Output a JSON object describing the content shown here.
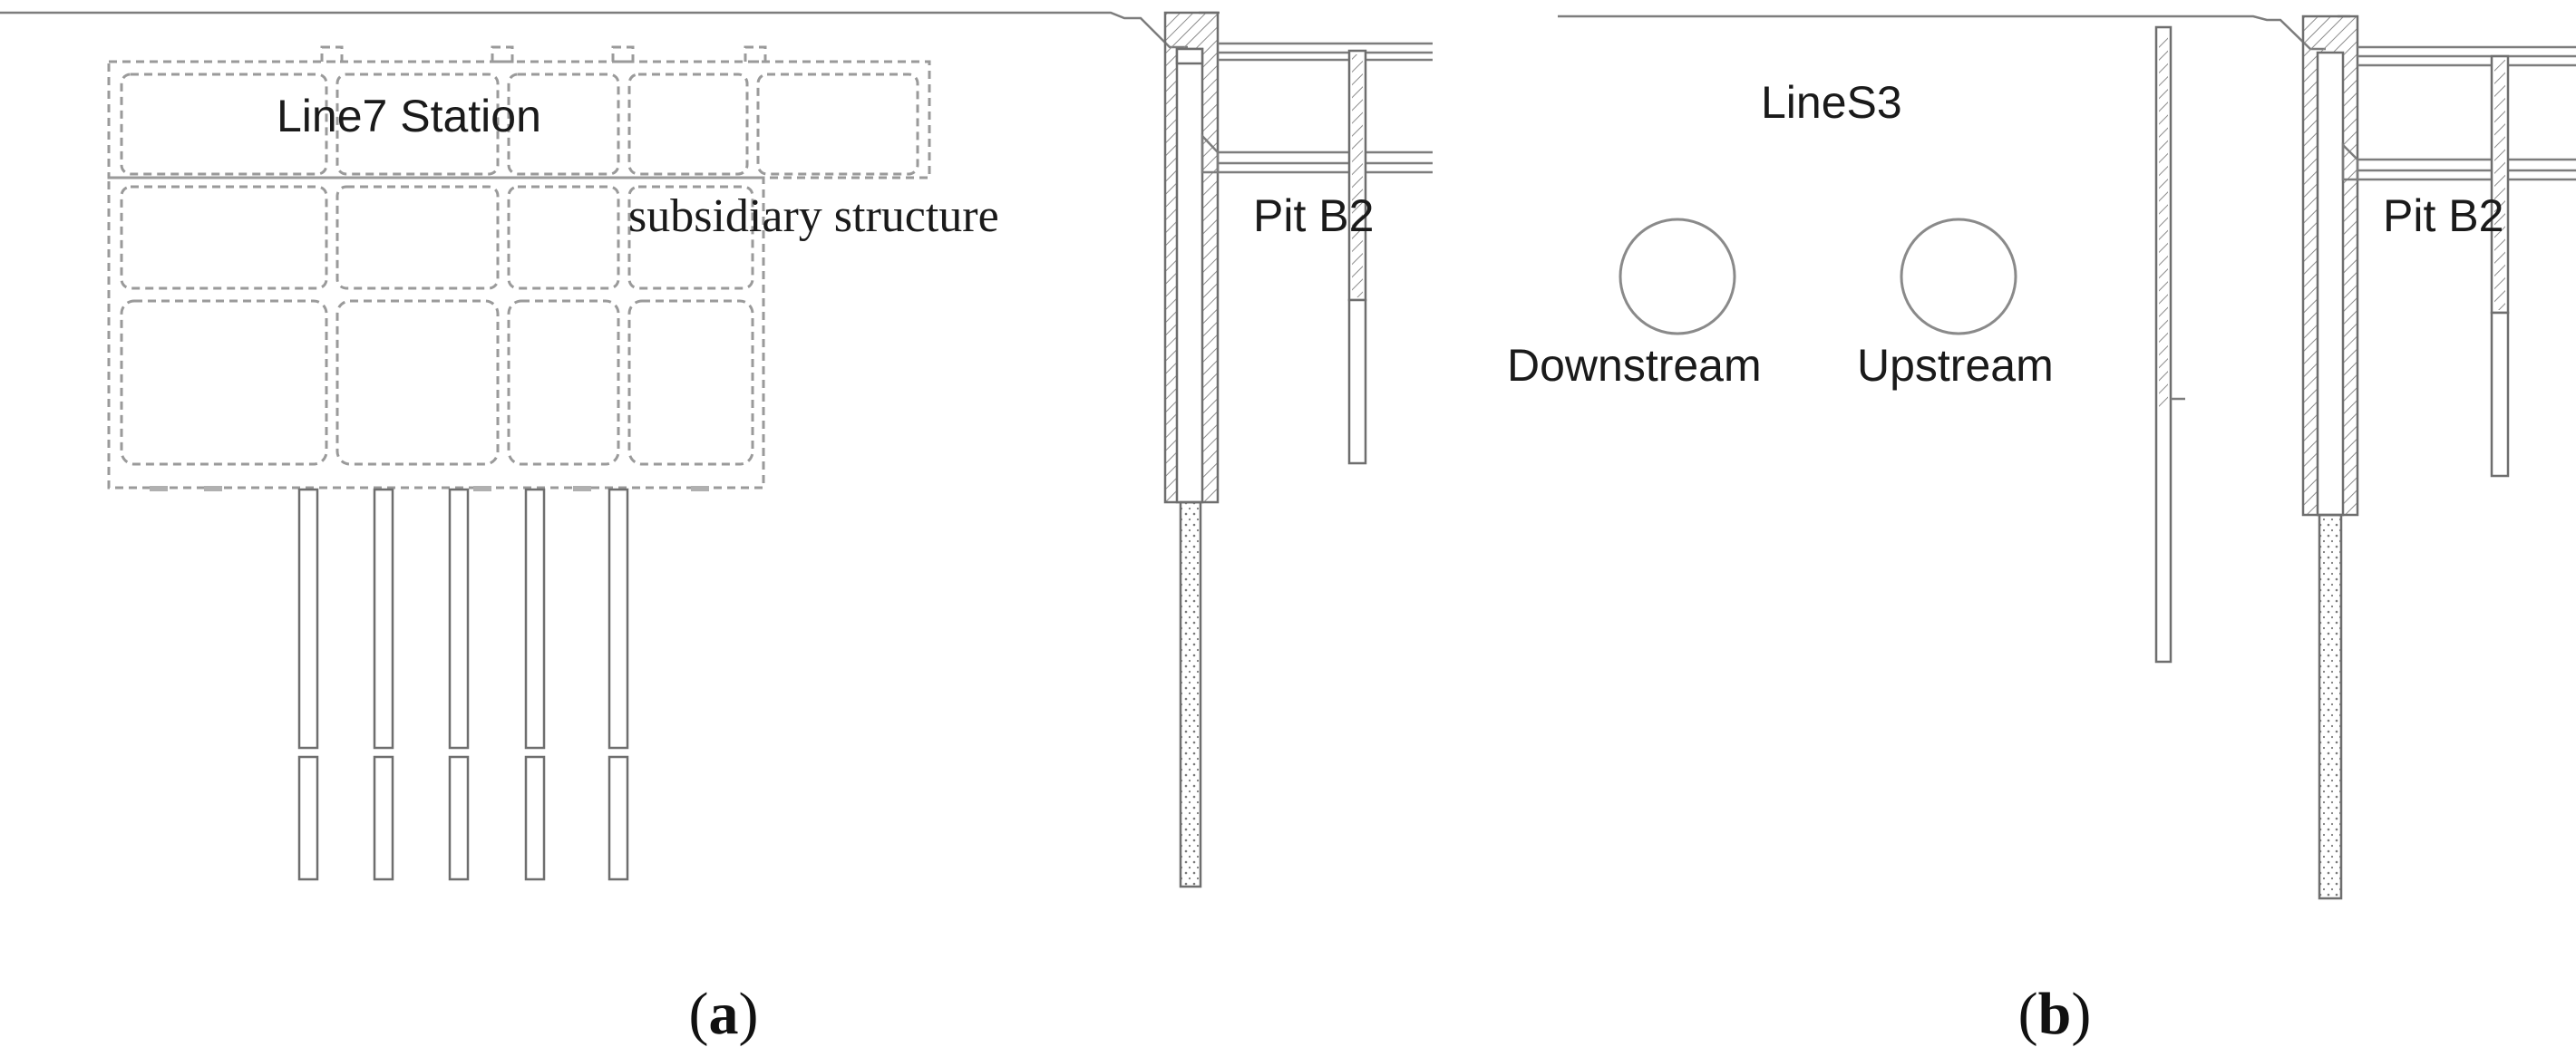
{
  "panels": [
    {
      "id": "a",
      "caption": "a",
      "labels": {
        "station": "Line7 Station",
        "subsidiary": "subsidiary structure",
        "pit": "Pit B2"
      }
    },
    {
      "id": "b",
      "caption": "b",
      "labels": {
        "line": "LineS3",
        "downstream": "Downstream",
        "upstream": "Upstream",
        "pit": "Pit B2"
      }
    }
  ]
}
